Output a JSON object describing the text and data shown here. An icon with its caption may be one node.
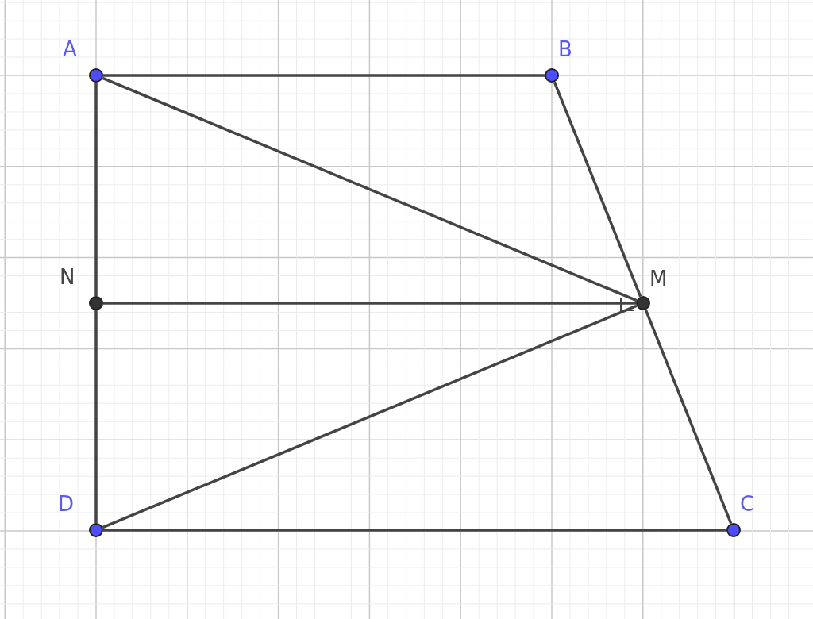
{
  "diagram": {
    "nodes": [
      {
        "text": [
          "A"
        ]
      },
      {
        "text": [
          "B"
        ]
      },
      {
        "text": [
          "N"
        ]
      },
      {
        "text": [
          "M"
        ]
      },
      {
        "text": [
          "D"
        ]
      },
      {
        "text": [
          "C"
        ]
      }
    ],
    "edges": [
      {
        "from": 0,
        "to": 1,
        "arrow": "none"
      },
      {
        "from": 1,
        "to": 3,
        "arrow": "none"
      },
      {
        "from": 3,
        "to": 5,
        "arrow": "none"
      },
      {
        "from": 4,
        "to": 5,
        "arrow": "none"
      },
      {
        "from": 0,
        "to": 2,
        "arrow": "none"
      },
      {
        "from": 2,
        "to": 4,
        "arrow": "none"
      },
      {
        "from": 0,
        "to": 3,
        "arrow": "none"
      },
      {
        "from": 2,
        "to": 3,
        "arrow": "none"
      },
      {
        "from": 4,
        "to": 3,
        "arrow": "none"
      }
    ]
  }
}
